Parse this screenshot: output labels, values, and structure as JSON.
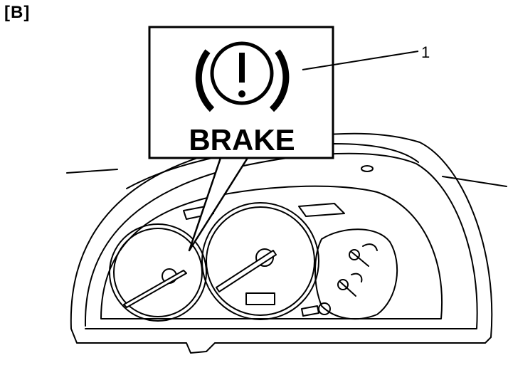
{
  "figure": {
    "section_label": "[B]",
    "callout_number": "1",
    "warning_light_text": "BRAKE"
  }
}
